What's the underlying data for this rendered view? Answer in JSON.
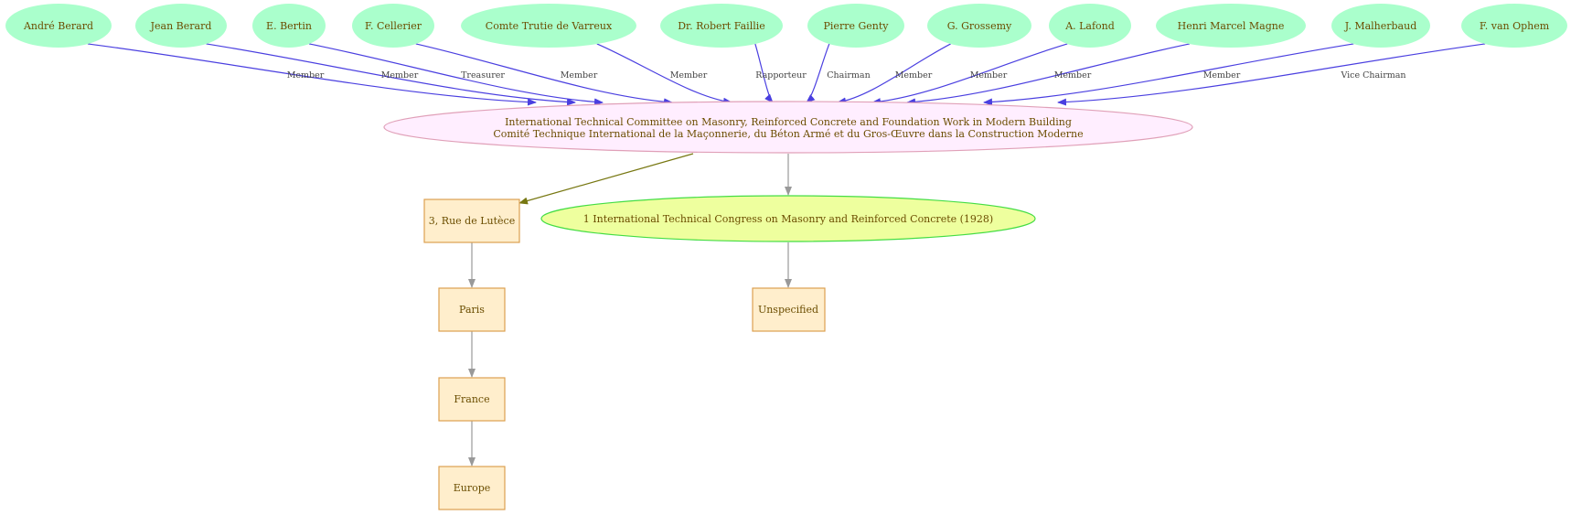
{
  "colors": {
    "person_fill": "#aaffcc",
    "committee_fill": "#ffeeff",
    "committee_stroke": "#e0a0b8",
    "event_fill": "#eeff9e",
    "event_stroke": "#44dd44",
    "place_fill": "#ffeecc",
    "place_stroke": "#dda050",
    "role_edge": "#4a3fe0",
    "location_edge": "#777711",
    "plain_edge": "#999999",
    "text": "#6b4d00"
  },
  "people": [
    {
      "id": "andre-berard",
      "name": "André Berard",
      "role": "Member"
    },
    {
      "id": "jean-berard",
      "name": "Jean Berard",
      "role": "Member"
    },
    {
      "id": "e-bertin",
      "name": "E. Bertin",
      "role": "Treasurer"
    },
    {
      "id": "f-cellerier",
      "name": "F. Cellerier",
      "role": "Member"
    },
    {
      "id": "comte-trutie",
      "name": "Comte Trutie de Varreux",
      "role": "Member"
    },
    {
      "id": "robert-faillie",
      "name": "Dr. Robert Faillie",
      "role": "Rapporteur"
    },
    {
      "id": "pierre-genty",
      "name": "Pierre Genty",
      "role": "Chairman"
    },
    {
      "id": "g-grossemy",
      "name": "G. Grossemy",
      "role": "Member"
    },
    {
      "id": "a-lafond",
      "name": "A. Lafond",
      "role": "Member"
    },
    {
      "id": "henri-magne",
      "name": "Henri Marcel Magne",
      "role": "Member"
    },
    {
      "id": "j-malherbaud",
      "name": "J. Malherbaud",
      "role": "Member"
    },
    {
      "id": "f-van-ophem",
      "name": "F. van Ophem",
      "role": "Vice Chairman"
    }
  ],
  "committee": {
    "line1": "International Technical Committee on Masonry, Reinforced Concrete and Foundation Work in Modern Building",
    "line2": "Comité Technique International de la Maçonnerie, du Béton Armé et du Gros-Œuvre dans la Construction Moderne"
  },
  "event": {
    "label": "1 International Technical Congress on Masonry and Reinforced Concrete (1928)"
  },
  "places": {
    "address": "3, Rue de Lutèce",
    "city": "Paris",
    "country": "France",
    "continent": "Europe",
    "event_place": "Unspecified"
  }
}
